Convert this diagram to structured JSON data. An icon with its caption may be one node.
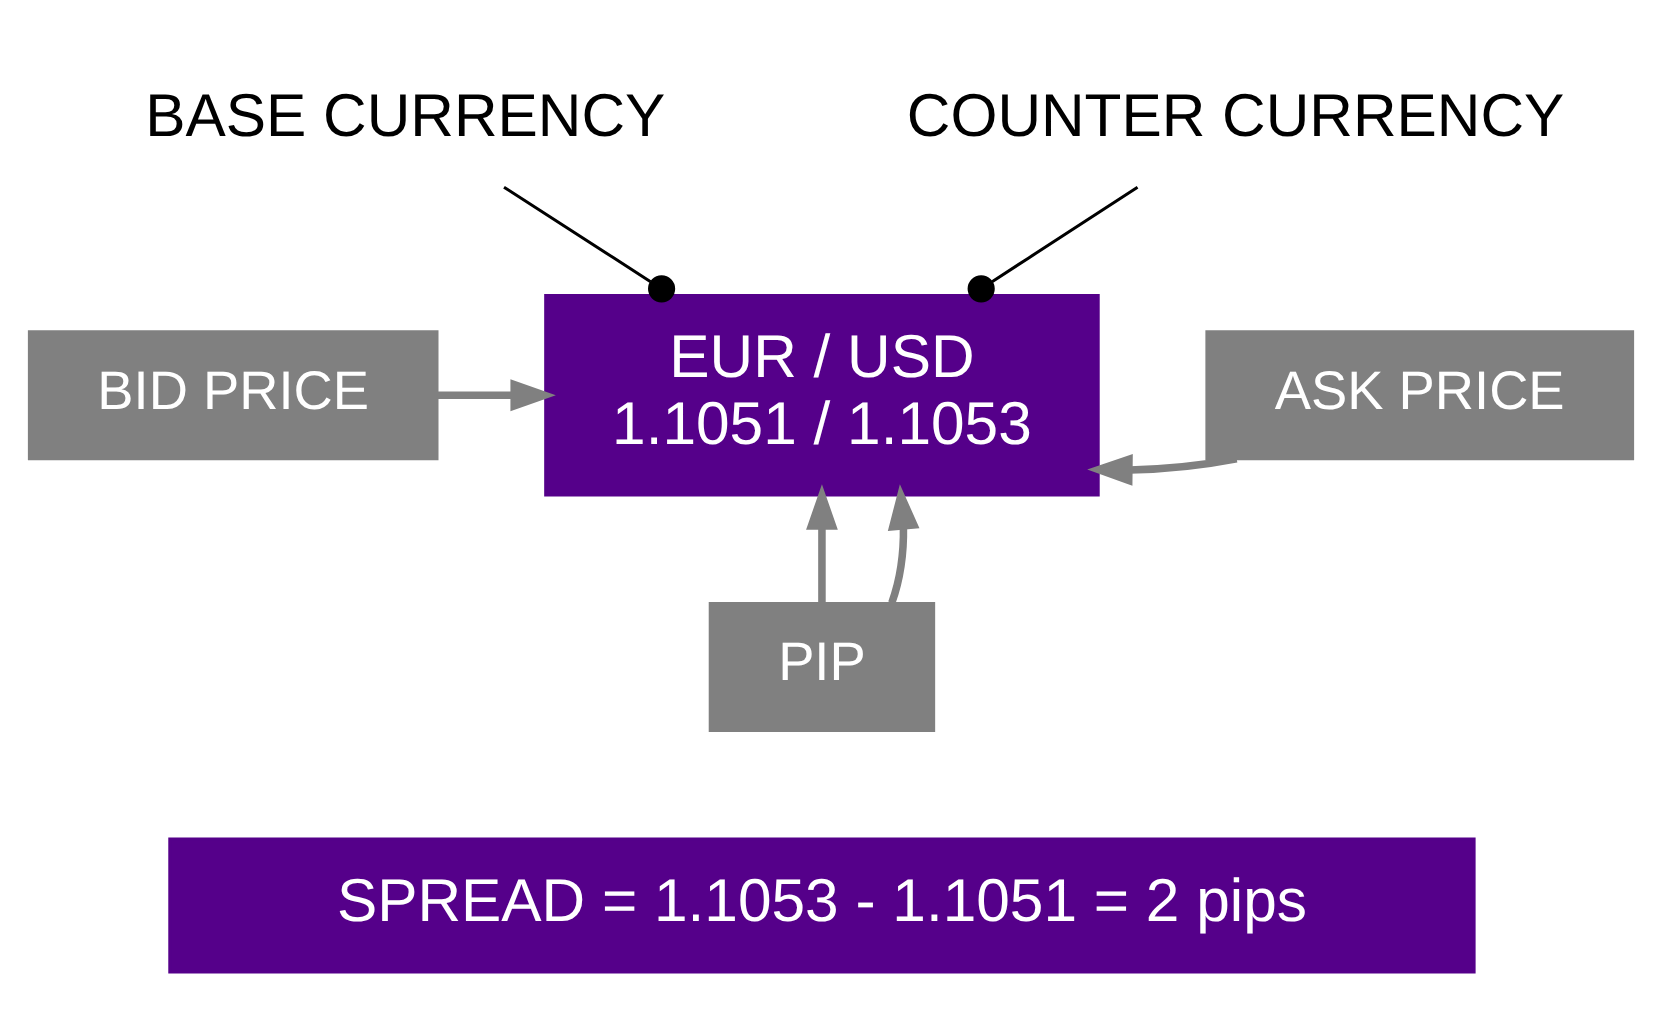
{
  "diagram": {
    "nodes": [
      {
        "text": [
          "BASE CURRENCY"
        ]
      },
      {
        "text": [
          "COUNTER CURRENCY"
        ]
      },
      {
        "text": [
          "EUR / USD",
          "1.1051 / 1.1053"
        ]
      },
      {
        "text": [
          "BID PRICE"
        ]
      },
      {
        "text": [
          "ASK PRICE"
        ]
      },
      {
        "text": [
          "PIP"
        ]
      },
      {
        "text": [
          "SPREAD = 1.1053 - 1.1051 = 2 pips"
        ]
      }
    ],
    "edges": [
      {
        "from": 0,
        "to": 2,
        "arrow": "other",
        "color": "#000000"
      },
      {
        "from": 1,
        "to": 2,
        "arrow": "other",
        "color": "#000000"
      },
      {
        "from": 3,
        "to": 2,
        "arrow": "to"
      },
      {
        "from": 4,
        "to": 2,
        "arrow": "to"
      },
      {
        "from": 5,
        "to": 2,
        "arrow": "to"
      },
      {
        "from": 5,
        "to": 2,
        "arrow": "to"
      }
    ]
  }
}
